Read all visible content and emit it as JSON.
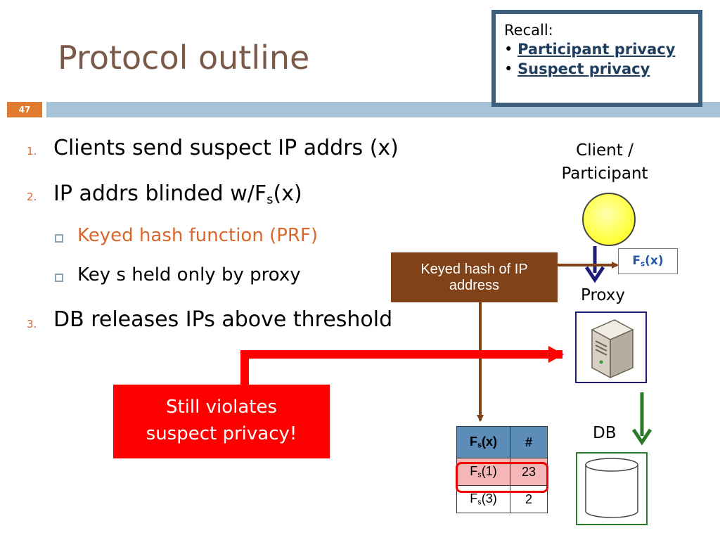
{
  "header": {
    "title": "Protocol outline",
    "slide_number": "47"
  },
  "recall": {
    "heading": "Recall:",
    "bullets": [
      "Participant privacy",
      "Suspect privacy"
    ]
  },
  "outline": {
    "items": [
      {
        "number": "1.",
        "text": "Clients send suspect IP addrs (x)"
      },
      {
        "number": "2.",
        "text_before": "IP addrs blinded w/F",
        "sub": "s",
        "text_after": "(x)"
      },
      {
        "number": "3.",
        "text": "DB releases IPs above threshold"
      }
    ],
    "subitems": [
      {
        "text": "Keyed hash function (PRF)",
        "color": "#d9662a"
      },
      {
        "text": "Key s held only by proxy",
        "color": "#000000"
      }
    ]
  },
  "diagram": {
    "client_label_line1": "Client /",
    "client_label_line2": "Participant",
    "fs_box": {
      "f": "F",
      "s": "s",
      "x": "(x)"
    },
    "keyed_box_line1": "Keyed hash of IP",
    "keyed_box_line2": "address",
    "proxy_label": "Proxy",
    "db_label": "DB",
    "callout_line1": "Still violates",
    "callout_line2": "suspect privacy!",
    "colors": {
      "brown": "#7f4219",
      "red": "#ff0000",
      "navy": "#1e1e7a",
      "green": "#2a7a2a",
      "accent": "#e07a2e"
    }
  },
  "table": {
    "header": {
      "col1_f": "F",
      "col1_s": "s",
      "col1_x": "(x)",
      "col2": "#"
    },
    "rows": [
      {
        "f": "F",
        "s": "s",
        "arg": "(1)",
        "count": "23"
      },
      {
        "f": "F",
        "s": "s",
        "arg": "(3)",
        "count": "2"
      }
    ]
  }
}
